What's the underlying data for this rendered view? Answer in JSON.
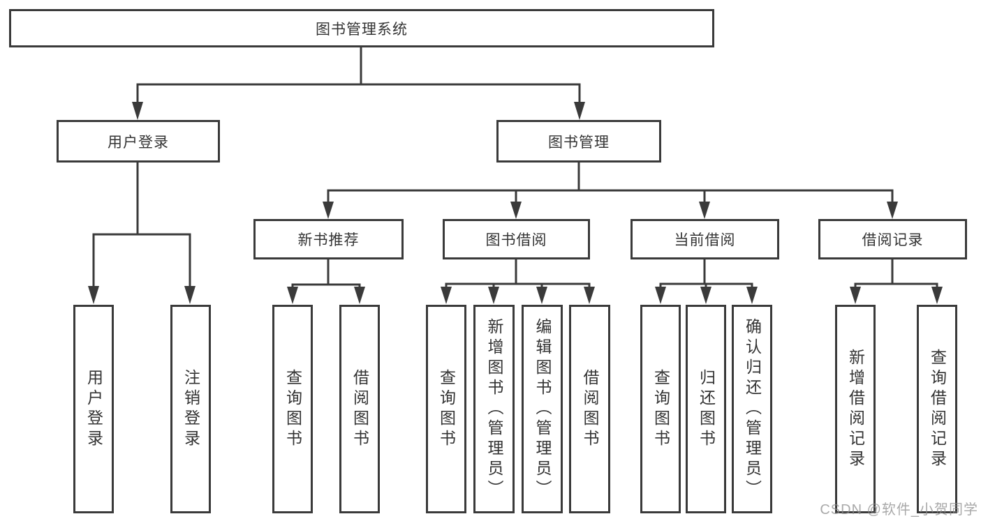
{
  "tree": {
    "root": {
      "label": "图书管理系统",
      "children": [
        {
          "label": "用户登录",
          "children": [
            {
              "label": "用户登录"
            },
            {
              "label": "注销登录"
            }
          ]
        },
        {
          "label": "图书管理",
          "children": [
            {
              "label": "新书推荐",
              "children": [
                {
                  "label": "查询图书"
                },
                {
                  "label": "借阅图书"
                }
              ]
            },
            {
              "label": "图书借阅",
              "children": [
                {
                  "label": "查询图书"
                },
                {
                  "label": "新增图书（管理员）"
                },
                {
                  "label": "编辑图书（管理员）"
                },
                {
                  "label": "借阅图书"
                }
              ]
            },
            {
              "label": "当前借阅",
              "children": [
                {
                  "label": "查询图书"
                },
                {
                  "label": "归还图书"
                },
                {
                  "label": "确认归还（管理员）"
                }
              ]
            },
            {
              "label": "借阅记录",
              "children": [
                {
                  "label": "新增借阅记录"
                },
                {
                  "label": "查询借阅记录"
                }
              ]
            }
          ]
        }
      ]
    }
  },
  "watermark": {
    "text": "CSDN @软件_小贺同学"
  },
  "colors": {
    "line": "#3a3a3a",
    "text": "#333333",
    "background": "#ffffff",
    "watermark": "#8c8c8c"
  }
}
